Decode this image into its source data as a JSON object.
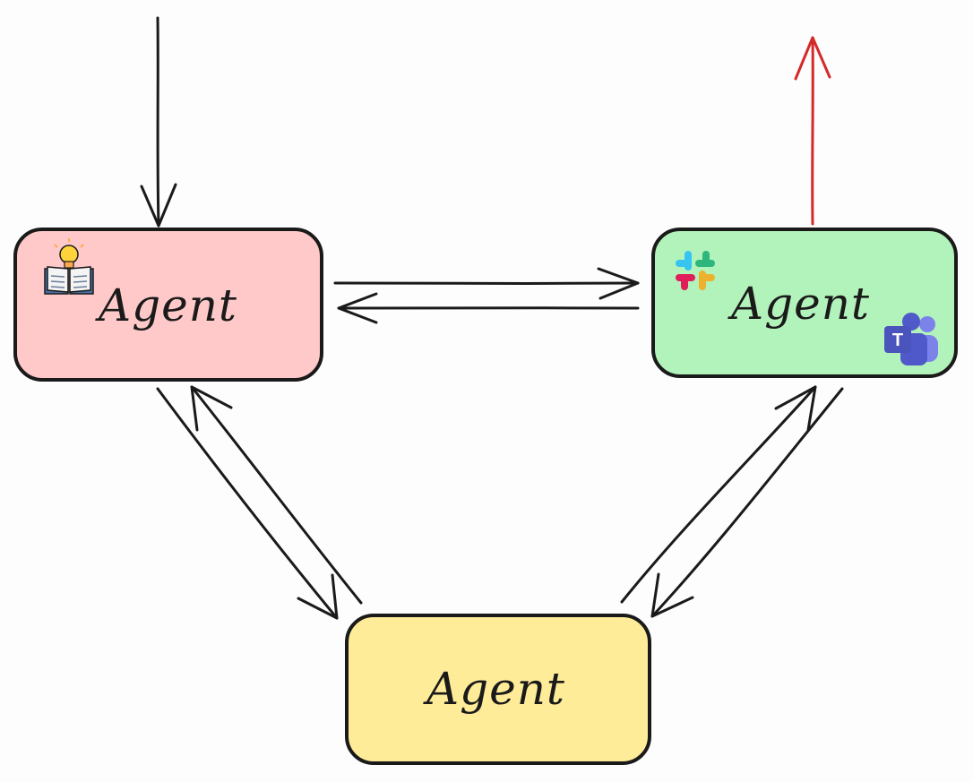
{
  "nodes": {
    "left": {
      "label": "Agent",
      "fill": "#ffc9c9"
    },
    "right": {
      "label": "Agent",
      "fill": "#b2f2bb"
    },
    "bottom": {
      "label": "Agent",
      "fill": "#ffec99"
    }
  },
  "icons": {
    "left": "knowledge-book-bulb-icon",
    "right_top": "slack-icon",
    "right_bottom": "microsoft-teams-icon",
    "teams_letter": "T"
  },
  "colors": {
    "stroke": "#1a1a1a",
    "output_arrow": "#d42a2a"
  }
}
